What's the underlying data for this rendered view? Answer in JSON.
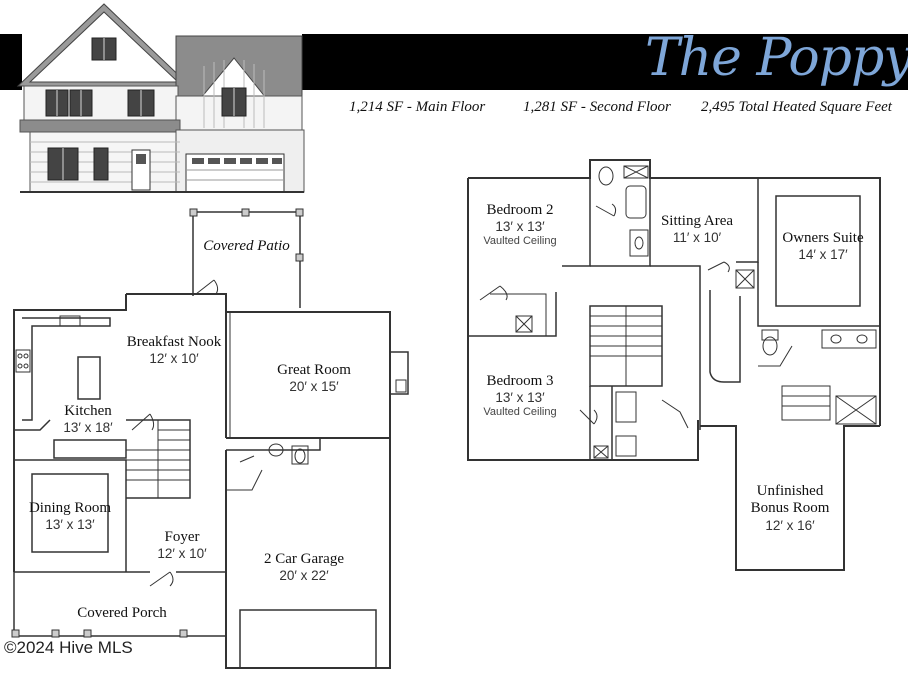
{
  "header": {
    "title": "The Poppy",
    "main_floor_sf": "1,214 SF - Main Floor",
    "second_floor_sf": "1,281 SF - Second Floor",
    "total_sf": "2,495 Total Heated Square Feet"
  },
  "main_floor": {
    "covered_patio": "Covered Patio",
    "breakfast_nook": {
      "name": "Breakfast Nook",
      "dims": "12′ x 10′"
    },
    "great_room": {
      "name": "Great Room",
      "dims": "20′ x 15′"
    },
    "kitchen": {
      "name": "Kitchen",
      "dims": "13′ x 18′"
    },
    "dining_room": {
      "name": "Dining Room",
      "dims": "13′ x 13′"
    },
    "foyer": {
      "name": "Foyer",
      "dims": "12′ x 10′"
    },
    "garage": {
      "name": "2 Car Garage",
      "dims": "20′ x 22′"
    },
    "covered_porch": "Covered Porch"
  },
  "second_floor": {
    "bedroom2": {
      "name": "Bedroom 2",
      "dims": "13′ x 13′",
      "note": "Vaulted Ceiling"
    },
    "sitting_area": {
      "name": "Sitting Area",
      "dims": "11′ x 10′"
    },
    "owners_suite": {
      "name": "Owners Suite",
      "dims": "14′ x 17′"
    },
    "bedroom3": {
      "name": "Bedroom 3",
      "dims": "13′ x 13′",
      "note": "Vaulted Ceiling"
    },
    "bonus_room": {
      "name_line1": "Unfinished",
      "name_line2": "Bonus Room",
      "dims": "12′ x 16′"
    }
  },
  "watermark": "©2024 Hive MLS",
  "colors": {
    "title": "#7ea6d8",
    "banner": "#000000",
    "walls": "#333333"
  }
}
